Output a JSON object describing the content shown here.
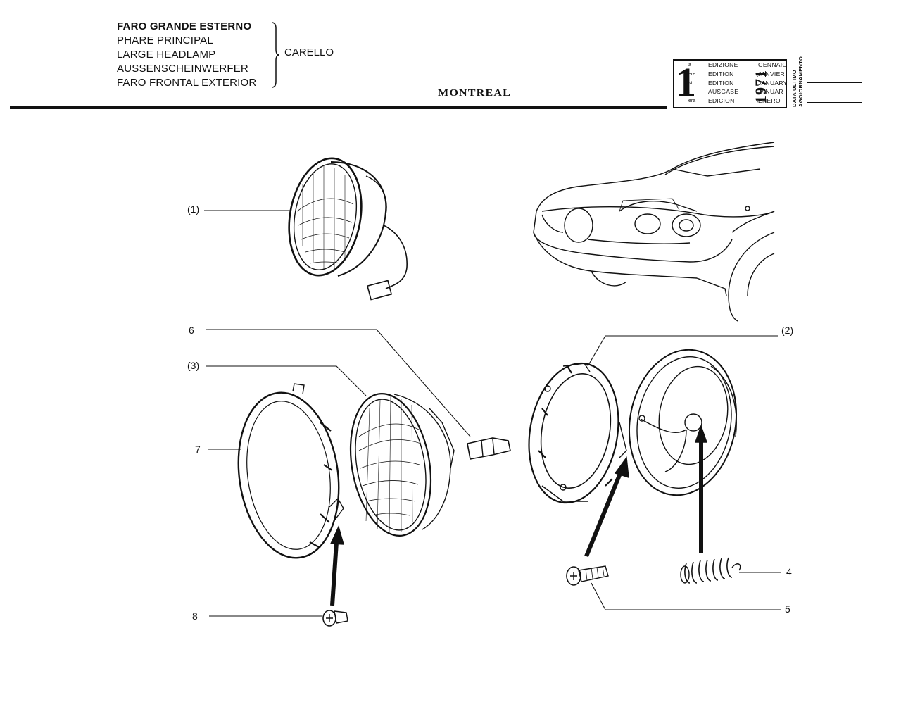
{
  "header": {
    "titles": [
      "FARO  GRANDE ESTERNO",
      "PHARE PRINCIPAL",
      "LARGE HEADLAMP",
      "AUSSENSCHEINWERFER",
      "FARO FRONTAL EXTERIOR"
    ],
    "maker": "CARELLO",
    "brand": "MONTREAL"
  },
  "edition": {
    "number": "1",
    "suffixes": [
      "a",
      "ere",
      "st",
      ".",
      "era"
    ],
    "labels": [
      "EDIZIONE",
      "EDITION",
      "EDITION",
      "AUSGABE",
      "EDICION"
    ],
    "months": [
      "GENNAIO",
      "JANVIER",
      "JANUARY",
      "JANUAR",
      "ENERO"
    ],
    "year": "1971",
    "update_label_1": "DATA ULTIMO",
    "update_label_2": "AGGIORNAMENTO"
  },
  "callouts": {
    "c1": "(1)",
    "c2": "(2)",
    "c3": "(3)",
    "c4": "4",
    "c5": "5",
    "c6": "6",
    "c7": "7",
    "c8": "8"
  }
}
